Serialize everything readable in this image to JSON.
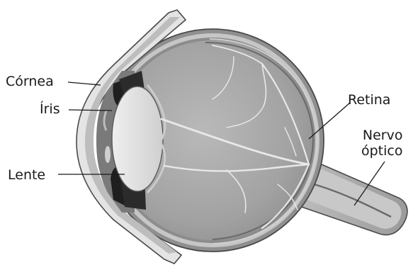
{
  "labels": {
    "cornea": "Córnea",
    "iris": "Íris",
    "lente": "Lente",
    "retina": "Retina",
    "nervo_line1": "Nervo",
    "nervo_line2": "óptico"
  },
  "colors": {
    "sclera": "#8f8f8f",
    "sclera_rim": "#c6c6c6",
    "interior": "#a3a3a3",
    "lens": "#d9d9d9",
    "vessels": "#e8e8e8",
    "outline": "#4a4a4a",
    "leader_line": "#1a1a1a"
  }
}
